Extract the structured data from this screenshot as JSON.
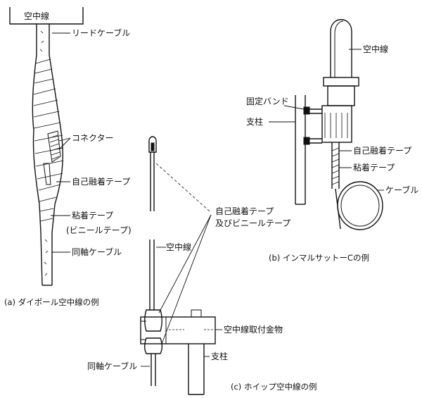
{
  "diagram_a": {
    "caption": "(a) ダイポール空中線の例",
    "box_label": "空中線",
    "labels": {
      "lead_cable": "リードケーブル",
      "connector": "コネクター",
      "self_fusing_tape": "自己融着テープ",
      "adhesive_tape": "粘着テープ",
      "vinyl_tape": "(ビニールテープ)",
      "coax_cable": "同軸ケーブル"
    }
  },
  "diagram_b": {
    "caption": "(b) インマルサットーCの例",
    "labels": {
      "antenna": "空中線",
      "fixing_band": "固定バンド",
      "mast": "支柱",
      "self_fusing_tape": "自己融着テープ",
      "adhesive_tape": "粘着テープ",
      "cable": "ケーブル"
    }
  },
  "diagram_c": {
    "caption": "(c) ホイップ空中線の例",
    "labels": {
      "tape_line1": "自己融着テープ",
      "tape_line2": "及びビニールテープ",
      "antenna": "空中線",
      "mount": "空中線取付金物",
      "mast": "支柱",
      "coax_cable": "同軸ケーブル"
    }
  },
  "colors": {
    "ink": "#111111",
    "paper": "#ffffff"
  }
}
